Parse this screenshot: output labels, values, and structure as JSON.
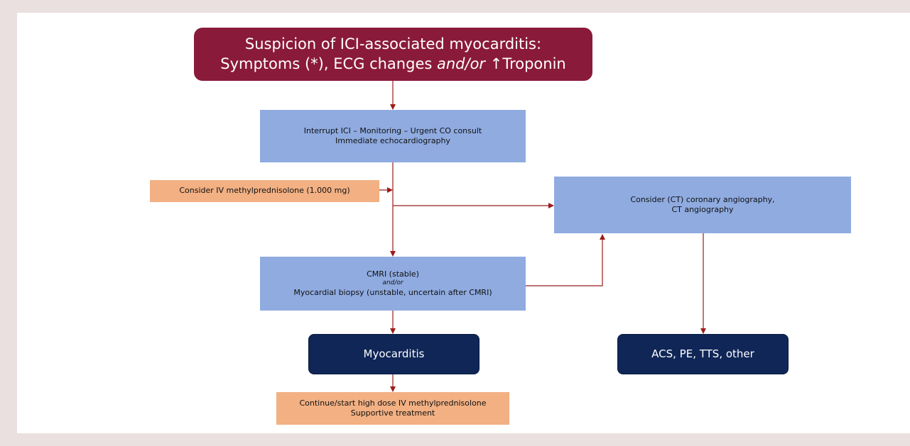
{
  "nodes": {
    "start": {
      "line1": "Suspicion of ICI-associated myocarditis:",
      "line2_a": "Symptoms (*), ECG changes ",
      "line2_b": "and/or",
      "line2_c": " ↑Troponin"
    },
    "interrupt": {
      "line1": "Interrupt ICI – Monitoring – Urgent CO consult",
      "line2": "Immediate echocardiography"
    },
    "methylpred": {
      "line1": "Consider IV methylprednisolone (1.000 mg)"
    },
    "angio": {
      "line1": "Consider (CT) coronary angiography,",
      "line2": "CT angiography"
    },
    "cmri": {
      "line1": "CMRI (stable)",
      "line2": "and/or",
      "line3": "Myocardial biopsy (unstable, uncertain after CMRI)"
    },
    "myocarditis": {
      "label": "Myocarditis"
    },
    "other": {
      "label": "ACS, PE, TTS, other"
    },
    "treatment": {
      "line1": "Continue/start high dose  IV methylprednisolone",
      "line2": "Supportive treatment"
    }
  },
  "colors": {
    "start_fill": "#8a1a3a",
    "step_fill": "#8fabe0",
    "treatment_fill": "#f2b083",
    "outcome_fill": "#0f2657",
    "arrow": "#9b1c1c",
    "background": "#e9e0df"
  }
}
